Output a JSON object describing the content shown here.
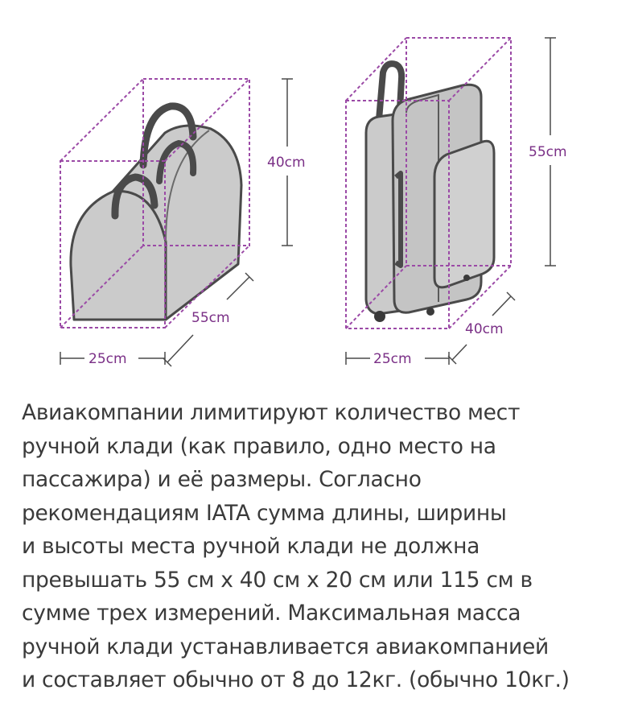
{
  "labels": {
    "bag_height": "40cm",
    "bag_length": "55cm",
    "bag_width": "25cm",
    "suitcase_height": "55cm",
    "suitcase_depth": "40cm",
    "suitcase_width": "25cm"
  },
  "paragraph": [
    "Авиакомпании лимитируют количество мест",
    "ручной клади (как правило, одно место на",
    "пассажира) и её размеры. Согласно",
    "рекомендациям IATA сумма длины, ширины",
    "и высоты места ручной клади не должна",
    "превышать 55 см х 40 см х 20 см или 115 см в",
    "сумме трех измерений. Максимальная масса",
    "ручной клади устанавливается авиакомпанией",
    "и составляет обычно от 8 до 12кг. (обычно 10кг.)"
  ],
  "colors": {
    "dimension": "#9b4aa6",
    "bag_fill": "#c9c9c9",
    "outline": "#4a4a4a"
  }
}
